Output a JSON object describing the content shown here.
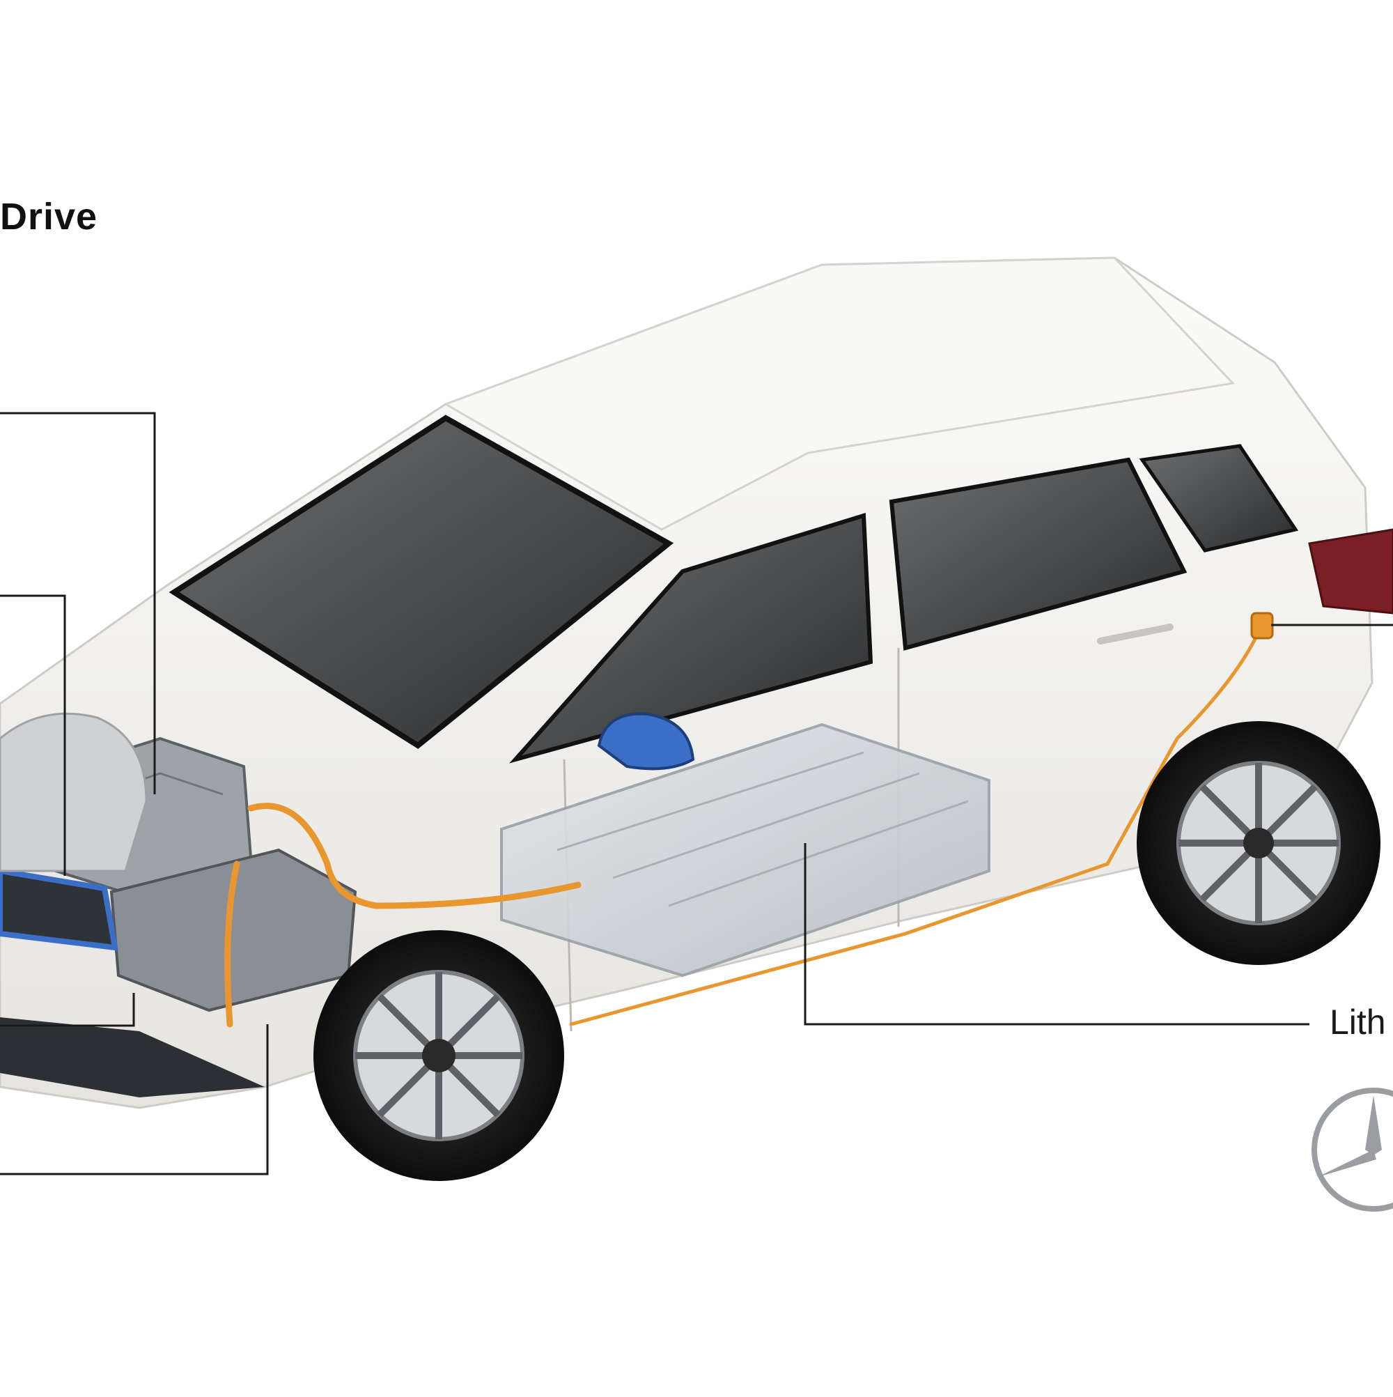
{
  "title": "Drive",
  "callouts": [
    {
      "id": "battery",
      "label": "Lith"
    }
  ],
  "colors": {
    "background": "#ffffff",
    "body": "#f3f2ee",
    "window": "#2f3133",
    "cable": "#e8962e",
    "mirror": "#3b6fc7",
    "leader_line": "#1a1a1a",
    "battery": "#cfd3d8"
  },
  "logo": "mercedes-benz-star"
}
